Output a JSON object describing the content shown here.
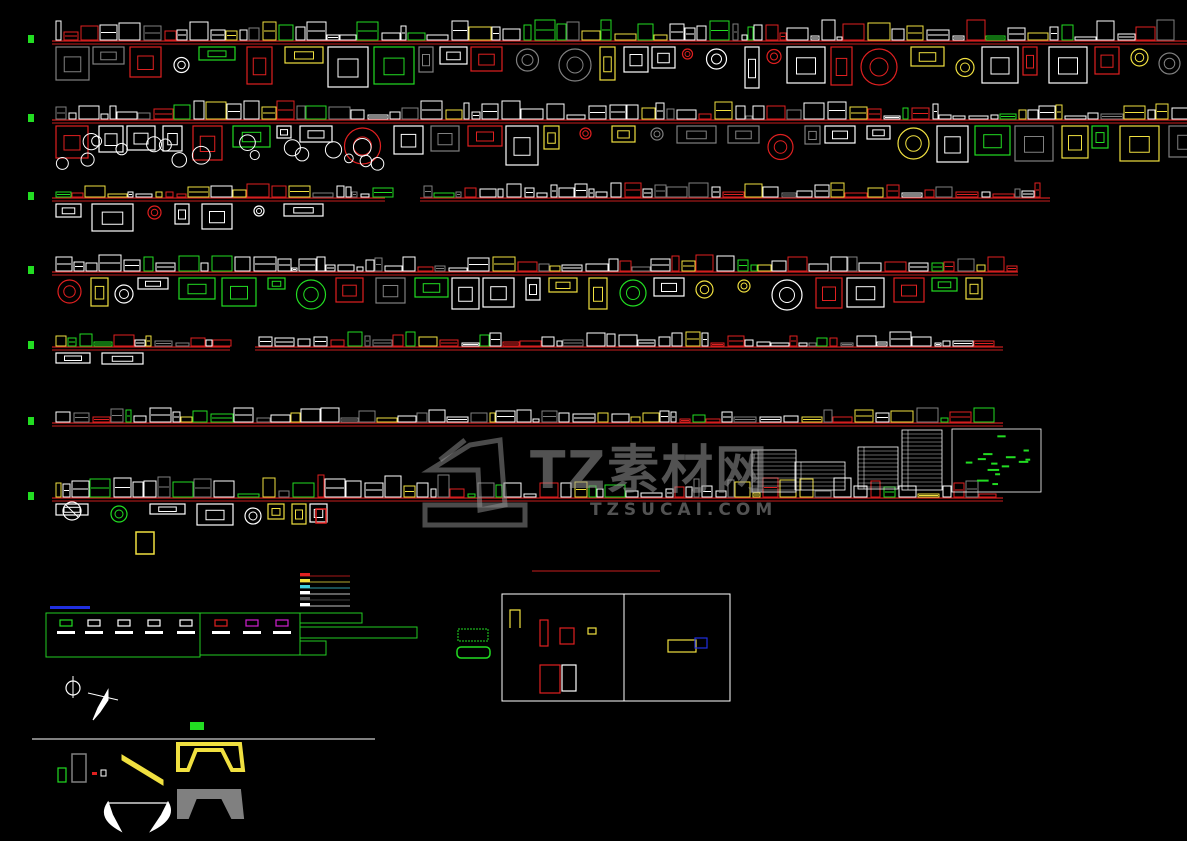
{
  "drawing": {
    "kind": "cad-furniture-block-library",
    "background": "#000000",
    "colors": {
      "guide_line": "#c81e1e",
      "block_white": "#ffffff",
      "block_yellow": "#f0e040",
      "block_green": "#22dd22",
      "block_red": "#e02020",
      "block_gray": "#808080",
      "block_cyan": "#40d0e0",
      "block_magenta": "#d020d0",
      "block_blue": "#2030e0",
      "frame_green": "#22cc22",
      "frame_white": "#ffffff"
    },
    "rows": [
      {
        "id": "sofa",
        "icon": "sofa-blocks"
      },
      {
        "id": "dining",
        "icon": "dining-table-blocks"
      },
      {
        "id": "lighting-decor",
        "icon": "lamp-blocks"
      },
      {
        "id": "beds",
        "icon": "bed-blocks"
      },
      {
        "id": "kitchen-bath",
        "icon": "sanitary-blocks"
      },
      {
        "id": "cabinets",
        "icon": "cabinet-blocks"
      },
      {
        "id": "doors-misc",
        "icon": "door-blocks"
      }
    ],
    "stair_section": {
      "icon": "staircase-blocks"
    },
    "legend_lines": {
      "colors": [
        "#e02020",
        "#f0e040",
        "#40d0e0",
        "#ffffff",
        "#555555",
        "#ffffff"
      ]
    }
  },
  "watermark": {
    "brand_cn": "TZ素材网",
    "brand_url": "TZSUCAI.COM"
  }
}
